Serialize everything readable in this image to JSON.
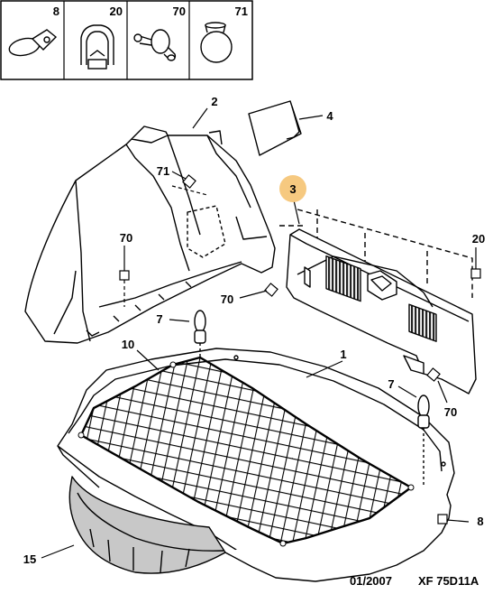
{
  "legend": {
    "cells": [
      {
        "ref": "8",
        "icon": "d-ring-bracket-icon"
      },
      {
        "ref": "20",
        "icon": "spring-clip-icon"
      },
      {
        "ref": "70",
        "icon": "push-rivet-icon"
      },
      {
        "ref": "71",
        "icon": "round-head-fastener-icon"
      }
    ]
  },
  "callouts": {
    "c1": "1",
    "c2": "2",
    "c3": "3",
    "c4": "4",
    "c7a": "7",
    "c7b": "7",
    "c8": "8",
    "c10": "10",
    "c15": "15",
    "c20": "20",
    "c70a": "70",
    "c70b": "70",
    "c70c": "70",
    "c71": "71"
  },
  "highlight": {
    "ref": "3",
    "color": "#f6c980"
  },
  "footer": {
    "date": "01/2007",
    "code": "XF 75D11A"
  }
}
